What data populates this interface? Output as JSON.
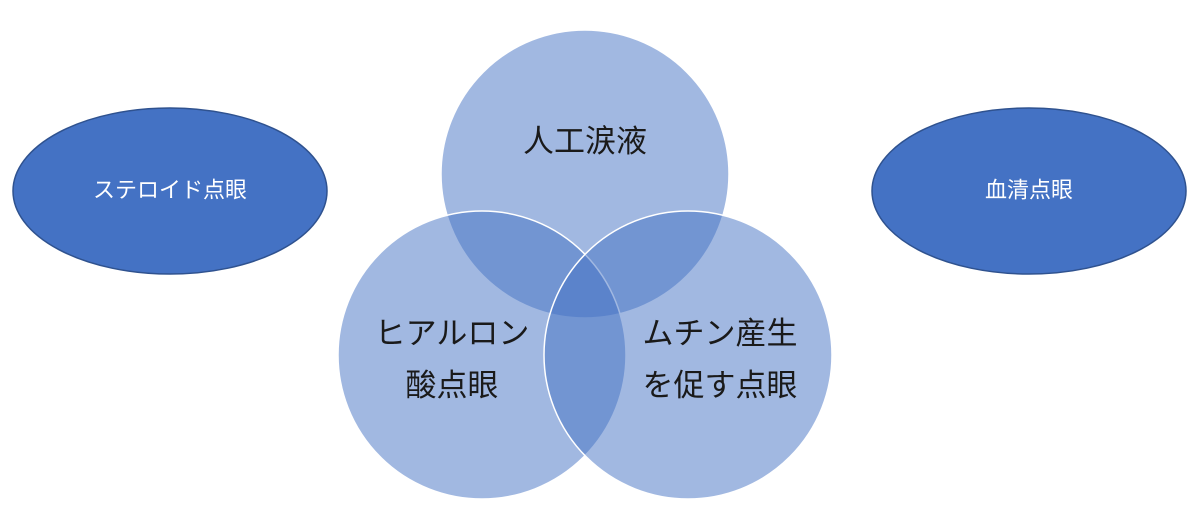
{
  "diagram": {
    "left_ellipse": {
      "label": "ステロイド点眼"
    },
    "right_ellipse": {
      "label": "血清点眼"
    },
    "top_circle": {
      "label": "人工涙液"
    },
    "left_circle": {
      "line1": "ヒアルロン",
      "line2": "酸点眼"
    },
    "right_circle": {
      "line1": "ムチン産生",
      "line2": "を促す点眼"
    }
  },
  "colors": {
    "circle_fill": "#4472c4",
    "ellipse_fill": "#4472c4",
    "ellipse_stroke": "#2f528f",
    "circle_stroke": "#ffffff",
    "ellipse_text": "#ffffff",
    "circle_text": "#1a1a1a"
  }
}
